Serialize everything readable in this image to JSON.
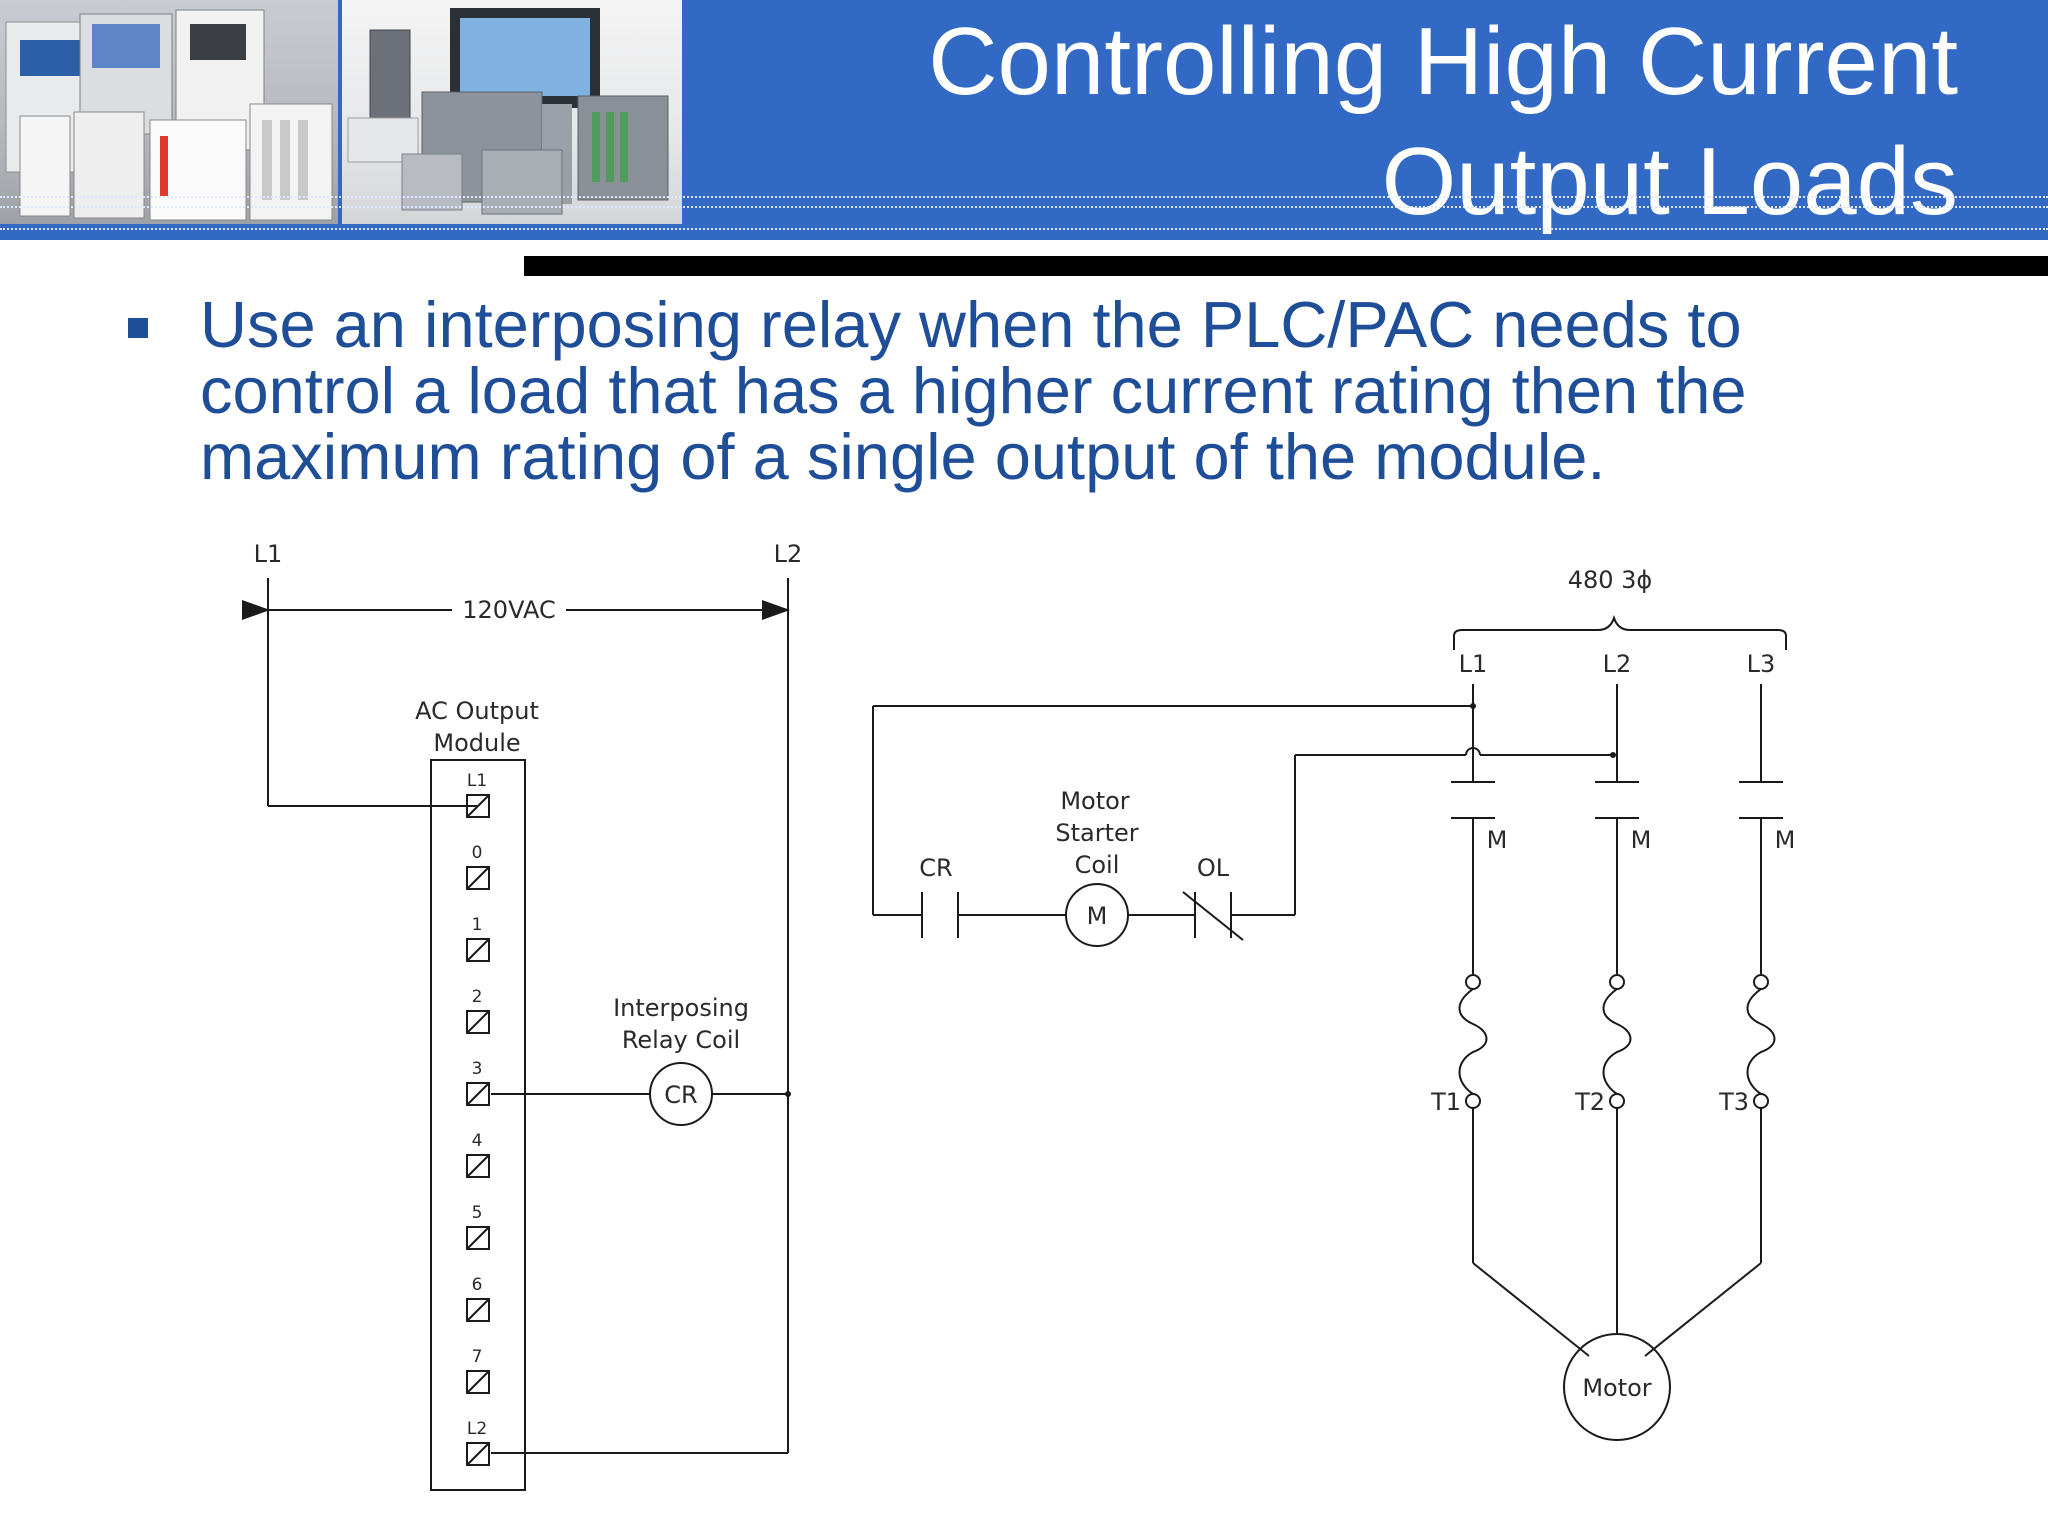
{
  "header": {
    "title": "Controlling High Current\nOutput Loads",
    "background_color": "#3169c5",
    "title_color": "#ffffff"
  },
  "bullet": {
    "text": "Use an interposing relay when the PLC/PAC needs to control a load that has a higher current rating then the maximum rating of a single output of the module.",
    "color": "#1f4e98"
  },
  "diagram": {
    "left_circuit": {
      "line1_label": "L1",
      "line2_label": "L2",
      "voltage_label": "120VAC",
      "module_label_line1": "AC Output",
      "module_label_line2": "Module",
      "terminals": [
        "L1",
        "0",
        "1",
        "2",
        "3",
        "4",
        "5",
        "6",
        "7",
        "L2"
      ],
      "relay_label_line1": "Interposing",
      "relay_label_line2": "Relay Coil",
      "relay_coil": "CR"
    },
    "control_circuit": {
      "contact_label": "CR",
      "coil_label_line1": "Motor",
      "coil_label_line2": "Starter",
      "coil_label_line3": "Coil",
      "coil_symbol": "M",
      "overload_label": "OL"
    },
    "power_circuit": {
      "supply_label": "480 3ϕ",
      "lines": [
        "L1",
        "L2",
        "L3"
      ],
      "contact_label": "M",
      "terminals": [
        "T1",
        "T2",
        "T3"
      ],
      "motor_label": "Motor"
    }
  }
}
